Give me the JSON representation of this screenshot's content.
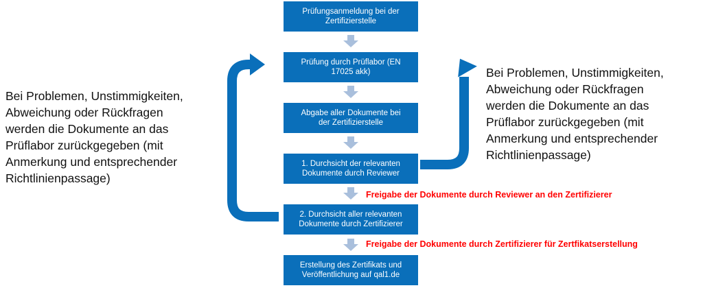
{
  "boxes": [
    {
      "id": "pruefungsanmeldung",
      "text": "Prüfungsanmeldung bei der\nZertifizierstelle"
    },
    {
      "id": "pruefung-pruflabor",
      "text": "Prüfung durch Prüflabor (EN\n17025 akk)"
    },
    {
      "id": "abgabe-dokumente",
      "text": "Abgabe aller Dokumente bei\nder Zertifizierstelle"
    },
    {
      "id": "durchsicht-reviewer",
      "text": "1. Durchsicht der relevanten\nDokumente durch Reviewer"
    },
    {
      "id": "durchsicht-zertifizierer",
      "text": "2. Durchsicht aller relevanten\nDokumente durch Zertifizierer"
    },
    {
      "id": "erstellung-zertifikat",
      "text": "Erstellung des Zertifikats und\nVeröffentlichung auf qal1.de"
    }
  ],
  "left_note": "Bei Problemen, Unstimmigkeiten,\nAbweichung oder Rückfragen\nwerden die Dokumente an das\nPrüflabor zurückgegeben (mit\nAnmerkung und entsprechender\nRichtlinienpassage)",
  "right_note": "Bei Problemen, Unstimmigkeiten,\nAbweichung oder Rückfragen\nwerden die Dokumente an das\nPrüflabor zurückgegeben (mit\nAnmerkung und entsprechender\nRichtlinienpassage)",
  "release_reviewer": "Freigabe der Dokumente durch Reviewer an den Zertifizierer",
  "release_zertifizierer": "Freigabe der Dokumente durch Zertifizierer für Zertfikatserstellung",
  "colors": {
    "box": "#0a6fba",
    "arrow_down": "#a9bfdc",
    "loop_arrow": "#0a6fba",
    "release_text": "#ff0000"
  }
}
